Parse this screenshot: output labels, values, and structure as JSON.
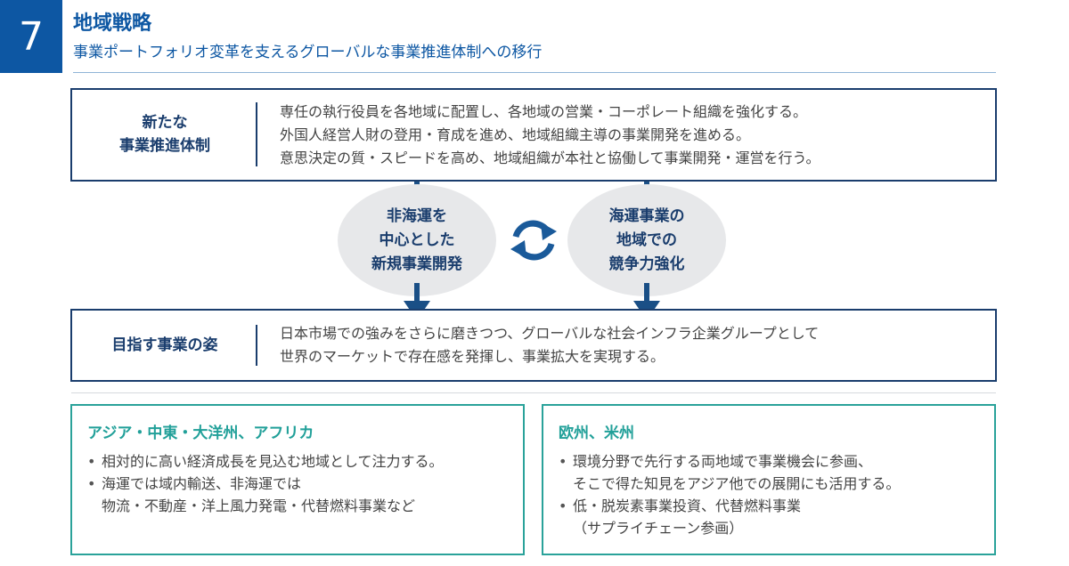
{
  "header": {
    "number": "7",
    "title": "地域戦略",
    "subtitle": "事業ポートフォリオ変革を支えるグローバルな事業推進体制への移行"
  },
  "structure_box": {
    "label_line1": "新たな",
    "label_line2": "事業推進体制",
    "lines": [
      "専任の執行役員を各地域に配置し、各地域の営業・コーポレート組織を強化する。",
      "外国人経営人財の登用・育成を進め、地域組織主導の事業開発を進める。",
      "意思決定の質・スピードを高め、地域組織が本社と協働して事業開発・運営を行う。"
    ]
  },
  "cycle": {
    "left_ellipse": "非海運を\n中心とした\n新規事業開発",
    "right_ellipse": "海運事業の\n地域での\n競争力強化",
    "icon": "cycle-arrows-icon"
  },
  "goal_box": {
    "label": "目指す事業の姿",
    "lines": [
      "日本市場での強みをさらに磨きつつ、グローバルな社会インフラ企業グループとして",
      "世界のマーケットで存在感を発揮し、事業拡大を実現する。"
    ]
  },
  "regions": [
    {
      "title": "アジア・中東・大洋州、アフリカ",
      "bullets": [
        "相対的に高い経済成長を見込む地域として注力する。",
        "海運では域内輸送、非海運では\n物流・不動産・洋上風力発電・代替燃料事業など"
      ]
    },
    {
      "title": "欧州、米州",
      "bullets": [
        "環境分野で先行する両地域で事業機会に参画、\nそこで得た知見をアジア他での展開にも活用する。",
        "低・脱炭素事業投資、代替燃料事業\n（サプライチェーン参画）"
      ]
    }
  ],
  "colors": {
    "brand_blue": "#0d57a3",
    "navy": "#1a3d6d",
    "teal": "#2aa29a",
    "ellipse_gray": "#e7e8ea"
  }
}
